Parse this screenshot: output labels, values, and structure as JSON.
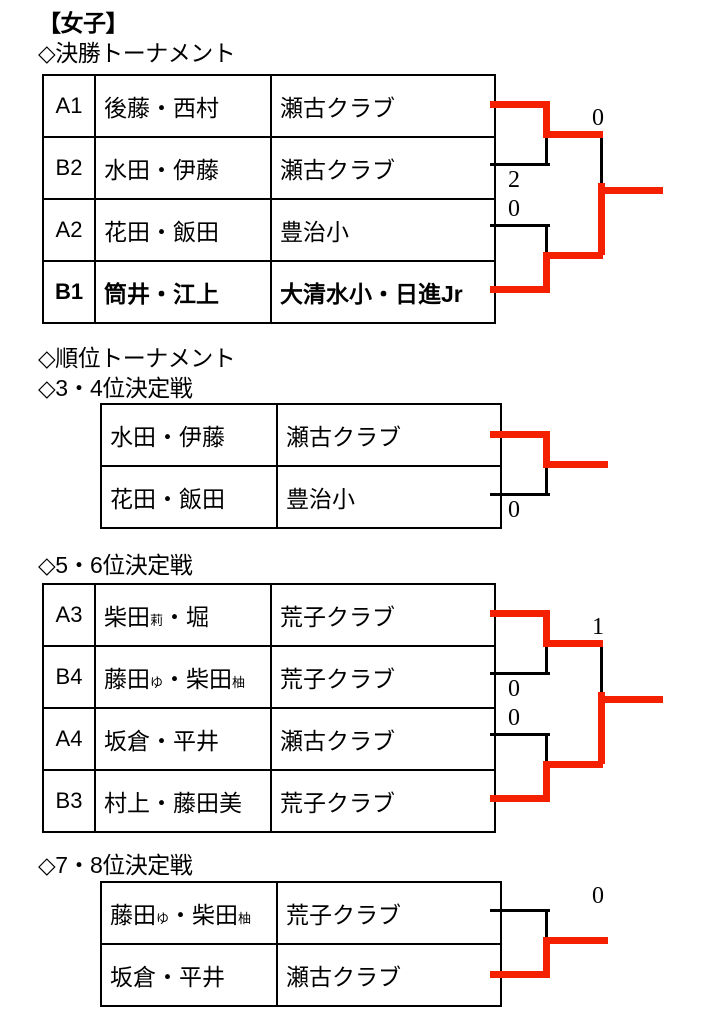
{
  "document": {
    "title": "【女子】",
    "sections": [
      {
        "id": "final-tournament",
        "heading": "◇決勝トーナメント",
        "type": "four-team",
        "rows": [
          {
            "code": "A1",
            "players": "後藤・西村",
            "club": "瀬古クラブ",
            "winner": false
          },
          {
            "code": "B2",
            "players": "水田・伊藤",
            "club": "瀬古クラブ",
            "winner": false
          },
          {
            "code": "A2",
            "players": "花田・飯田",
            "club": "豊治小",
            "winner": false
          },
          {
            "code": "B1",
            "players": "筒井・江上",
            "club": "大清水小・日進Jr",
            "winner": true
          }
        ],
        "scores": {
          "semi_top": "2",
          "semi_bottom": "0",
          "final": "0"
        },
        "winners": {
          "semi_top": "A1",
          "semi_bottom": "B1",
          "final": "B1"
        }
      },
      {
        "id": "rank-3-4",
        "heading_group": "◇順位トーナメント",
        "heading": "◇3・4位決定戦",
        "type": "two-team",
        "rows": [
          {
            "players": "水田・伊藤",
            "club": "瀬古クラブ",
            "winner": true
          },
          {
            "players": "花田・飯田",
            "club": "豊治小",
            "winner": false
          }
        ],
        "scores": {
          "match": "0"
        },
        "winners": {
          "match": "top"
        }
      },
      {
        "id": "rank-5-6",
        "heading": "◇5・6位決定戦",
        "type": "four-team",
        "rows": [
          {
            "code": "A3",
            "players_main": "柴田",
            "players_ruby": "莉",
            "players_tail": "・堀",
            "players": "柴田莉・堀",
            "club": "荒子クラブ",
            "winner": false
          },
          {
            "code": "B4",
            "players_main": "藤田",
            "players_ruby": "ゆ",
            "players_tail": "・柴田",
            "players_ruby2": "柚",
            "players": "藤田ゆ・柴田柚",
            "club": "荒子クラブ",
            "winner": false
          },
          {
            "code": "A4",
            "players": "坂倉・平井",
            "club": "瀬古クラブ",
            "winner": false
          },
          {
            "code": "B3",
            "players": "村上・藤田美",
            "club": "荒子クラブ",
            "winner": false
          }
        ],
        "scores": {
          "semi_top": "0",
          "semi_bottom": "0",
          "final": "1"
        },
        "winners": {
          "semi_top": "A3",
          "semi_bottom": "B3",
          "final": "B3"
        }
      },
      {
        "id": "rank-7-8",
        "heading": "◇7・8位決定戦",
        "type": "two-team",
        "rows": [
          {
            "players_main": "藤田",
            "players_ruby": "ゆ",
            "players_tail": "・柴田",
            "players_ruby2": "柚",
            "players": "藤田ゆ・柴田柚",
            "club": "荒子クラブ",
            "winner": false
          },
          {
            "players": "坂倉・平井",
            "club": "瀬古クラブ",
            "winner": true
          }
        ],
        "scores": {
          "match": "0"
        },
        "winners": {
          "match": "bottom"
        }
      }
    ]
  },
  "colors": {
    "line": "#000000",
    "winner_line": "#F42000",
    "text": "#000000",
    "background": "#FFFFFF"
  }
}
